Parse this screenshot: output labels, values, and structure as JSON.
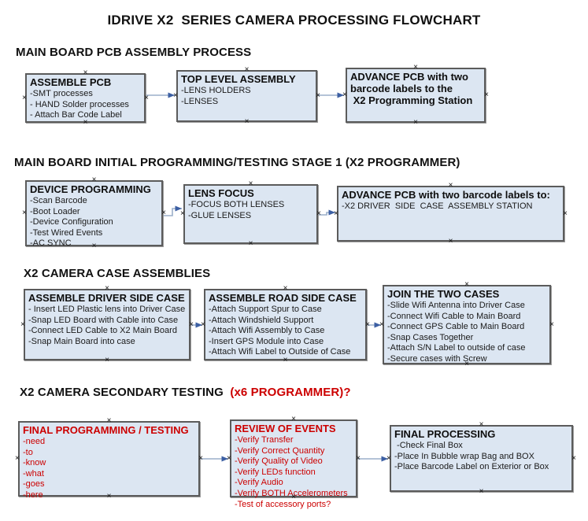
{
  "page": {
    "title": "IDRIVE X2  SERIES CAMERA PROCESSING FLOWCHART"
  },
  "icons": {
    "connection_handle": "×",
    "arrowhead": "right-triangle"
  },
  "colors": {
    "box_fill": "#dce6f2",
    "box_border": "#5b5b5b",
    "connector_line": "#9bafca",
    "connector_arrow": "#3c5fa3",
    "accent_red": "#cc0000",
    "text_black": "#111111"
  },
  "sections": [
    {
      "header": "MAIN BOARD PCB ASSEMBLY PROCESS",
      "boxes": [
        {
          "title": "ASSEMBLE PCB",
          "items": [
            "-SMT processes",
            "- HAND Solder processes",
            "- Attach Bar Code Label"
          ]
        },
        {
          "title": "TOP LEVEL ASSEMBLY",
          "items": [
            "-LENS HOLDERS",
            "-LENSES"
          ]
        },
        {
          "title": "ADVANCE PCB with two\nbarcode labels to the\n X2 Programming Station",
          "items": []
        }
      ]
    },
    {
      "header": "MAIN BOARD INITIAL PROGRAMMING/TESTING STAGE 1 (X2 PROGRAMMER)",
      "boxes": [
        {
          "title": "DEVICE PROGRAMMING",
          "items": [
            "-Scan Barcode",
            "-Boot Loader",
            "-Device Configuration",
            "-Test Wired Events",
            "-AC SYNC"
          ]
        },
        {
          "title": "LENS FOCUS",
          "items": [
            "-FOCUS BOTH LENSES",
            "-GLUE LENSES"
          ]
        },
        {
          "title": "ADVANCE PCB with two barcode labels to:",
          "items": [
            "-X2 DRIVER  SIDE  CASE  ASSEMBLY STATION"
          ]
        }
      ]
    },
    {
      "header": "X2 CAMERA CASE ASSEMBLIES",
      "boxes": [
        {
          "title": "ASSEMBLE DRIVER SIDE CASE",
          "items": [
            "- Insert LED Plastic lens into Driver Case",
            "-Snap LED Board with Cable into Case",
            "-Connect LED Cable to X2 Main Board",
            "-Snap Main Board into case"
          ]
        },
        {
          "title": "ASSEMBLE ROAD SIDE CASE",
          "items": [
            "-Attach Support Spur to Case",
            "-Attach Windshield Support",
            "-Attach Wifi Assembly to Case",
            "-Insert GPS Module into Case",
            "-Attach Wifi Label to Outside of Case"
          ]
        },
        {
          "title": "JOIN THE TWO CASES",
          "items": [
            "-Slide Wifi Antenna into Driver Case",
            "-Connect Wifi Cable to Main Board",
            "-Connect GPS Cable to Main Board",
            "-Snap Cases Together",
            "-Attach S/N Label to outside of case",
            "-Secure cases with Screw"
          ]
        }
      ]
    },
    {
      "header": "X2 CAMERA SECONDARY TESTING ",
      "header_red": " (x6 PROGRAMMER)?",
      "boxes": [
        {
          "title": "FINAL PROGRAMMING / TESTING",
          "color": "red",
          "items": [
            "-need",
            "-to",
            "-know",
            "-what",
            "-goes",
            "-here"
          ]
        },
        {
          "title": "REVIEW OF EVENTS",
          "color": "red",
          "items": [
            "-Verify Transfer",
            "-Verify Correct Quantity",
            "-Verify Quality of Video",
            "-Verify LEDs function",
            "-Verify Audio",
            "-Verify BOTH Accelerometers",
            "-Test of accessory ports?"
          ]
        },
        {
          "title": "FINAL PROCESSING",
          "items": [
            " -Check Final Box",
            "-Place In Bubble wrap Bag and BOX",
            "-Place Barcode Label on Exterior or Box"
          ]
        }
      ]
    }
  ]
}
